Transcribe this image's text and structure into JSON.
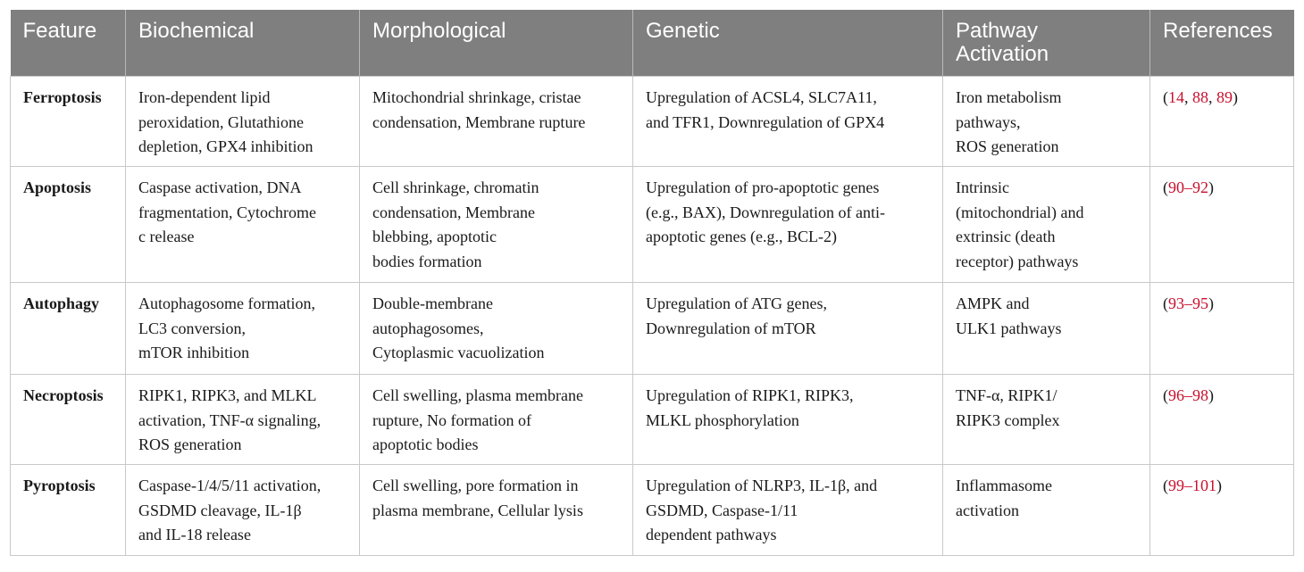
{
  "table": {
    "headers": [
      "Feature",
      "Biochemical",
      "Morphological",
      "Genetic",
      "Pathway Activation",
      "References"
    ],
    "header_lines": {
      "pathway": [
        "Pathway",
        "Activation"
      ]
    },
    "rows": [
      {
        "feature": "Ferroptosis",
        "biochemical": [
          "Iron-dependent lipid",
          "peroxidation, Glutathione",
          "depletion, GPX4 inhibition"
        ],
        "morphological": [
          "Mitochondrial shrinkage, cristae",
          "condensation, Membrane rupture"
        ],
        "genetic": [
          "Upregulation of ACSL4, SLC7A11,",
          "and TFR1, Downregulation of GPX4"
        ],
        "pathway": [
          "Iron metabolism",
          "pathways,",
          "ROS generation"
        ],
        "refs": {
          "open": "(",
          "items": [
            "14",
            "88",
            "89"
          ],
          "seps": [
            ", ",
            ", "
          ],
          "close": ")"
        }
      },
      {
        "feature": "Apoptosis",
        "biochemical": [
          "Caspase activation, DNA",
          "fragmentation, Cytochrome",
          "c release"
        ],
        "morphological": [
          "Cell shrinkage, chromatin",
          "condensation, Membrane",
          "blebbing, apoptotic",
          "bodies formation"
        ],
        "genetic": [
          "Upregulation of pro-apoptotic genes",
          "(e.g., BAX), Downregulation of anti-",
          "apoptotic genes (e.g., BCL-2)"
        ],
        "pathway": [
          "Intrinsic",
          "(mitochondrial) and",
          "extrinsic (death",
          "receptor) pathways"
        ],
        "refs": {
          "open": "(",
          "items": [
            "90–92"
          ],
          "seps": [],
          "close": ")"
        }
      },
      {
        "feature": "Autophagy",
        "biochemical": [
          "Autophagosome formation,",
          "LC3 conversion,",
          "mTOR inhibition"
        ],
        "morphological": [
          "Double-membrane",
          "autophagosomes,",
          "Cytoplasmic vacuolization"
        ],
        "genetic": [
          "Upregulation of ATG genes,",
          "Downregulation of mTOR"
        ],
        "pathway": [
          "AMPK and",
          "ULK1 pathways"
        ],
        "refs": {
          "open": "(",
          "items": [
            "93–95"
          ],
          "seps": [],
          "close": ")"
        }
      },
      {
        "feature": "Necroptosis",
        "biochemical": [
          "RIPK1, RIPK3, and MLKL",
          "activation, TNF-α signaling,",
          "ROS generation"
        ],
        "morphological": [
          "Cell swelling, plasma membrane",
          "rupture, No formation of",
          "apoptotic bodies"
        ],
        "genetic": [
          "Upregulation of RIPK1, RIPK3,",
          "MLKL phosphorylation"
        ],
        "pathway": [
          "TNF-α, RIPK1/",
          "RIPK3 complex"
        ],
        "refs": {
          "open": "(",
          "items": [
            "96–98"
          ],
          "seps": [],
          "close": ")"
        }
      },
      {
        "feature": "Pyroptosis",
        "biochemical": [
          "Caspase-1/4/5/11 activation,",
          "GSDMD cleavage, IL-1β",
          "and IL-18 release"
        ],
        "morphological": [
          "Cell swelling, pore formation in",
          "plasma membrane, Cellular lysis"
        ],
        "genetic": [
          "Upregulation of NLRP3, IL-1β, and",
          "GSDMD, Caspase-1/11",
          "dependent pathways"
        ],
        "pathway": [
          "Inflammasome",
          "activation"
        ],
        "refs": {
          "open": "(",
          "items": [
            "99–101"
          ],
          "seps": [],
          "close": ")"
        }
      }
    ]
  },
  "colors": {
    "header_bg": "#7f7f7f",
    "header_text": "#ffffff",
    "reference_link": "#c8102e",
    "grid": "#c9c9c9"
  }
}
